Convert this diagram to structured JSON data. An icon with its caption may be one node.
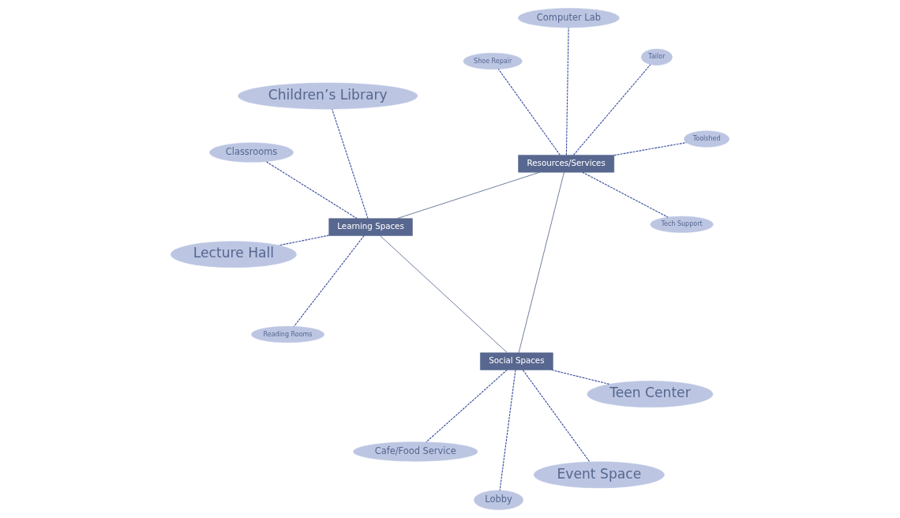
{
  "diagram": {
    "nodes": [
      {
        "text": [
          "Lecture Hall"
        ]
      },
      {
        "text": [
          "Children’s Library"
        ]
      },
      {
        "text": [
          "Reading Rooms"
        ]
      },
      {
        "text": [
          "Classrooms"
        ]
      },
      {
        "text": [
          "Learning Spaces"
        ]
      },
      {
        "text": [
          "Computer Lab"
        ]
      },
      {
        "text": [
          "Cafe/Food Service"
        ]
      },
      {
        "text": [
          "Toolshed"
        ]
      },
      {
        "text": [
          "Social Spaces"
        ]
      },
      {
        "text": [
          "Resources/Services"
        ]
      },
      {
        "text": [
          "Lobby"
        ]
      },
      {
        "text": [
          "Shoe Repair"
        ]
      },
      {
        "text": [
          "Event Space"
        ]
      },
      {
        "text": [
          "Teen Center"
        ]
      },
      {
        "text": [
          "Tailor"
        ]
      },
      {
        "text": [
          "Tech Support"
        ]
      }
    ],
    "edges": [
      {
        "from": 4,
        "to": 0,
        "arrow": "none",
        "style": "dashed"
      },
      {
        "from": 4,
        "to": 1,
        "arrow": "none",
        "style": "dashed"
      },
      {
        "from": 4,
        "to": 2,
        "arrow": "none",
        "style": "dashed"
      },
      {
        "from": 4,
        "to": 3,
        "arrow": "none",
        "style": "dashed"
      },
      {
        "from": 4,
        "to": 8,
        "arrow": "none",
        "color": "#56668f"
      },
      {
        "from": 4,
        "to": 9,
        "arrow": "none",
        "color": "#56668f"
      },
      {
        "from": 8,
        "to": 9,
        "arrow": "none",
        "color": "#56668f"
      },
      {
        "from": 8,
        "to": 6,
        "arrow": "none",
        "style": "dashed"
      },
      {
        "from": 8,
        "to": 10,
        "arrow": "none",
        "style": "dashed"
      },
      {
        "from": 8,
        "to": 12,
        "arrow": "none",
        "style": "dashed"
      },
      {
        "from": 8,
        "to": 13,
        "arrow": "none",
        "style": "dashed"
      },
      {
        "from": 9,
        "to": 5,
        "arrow": "none",
        "style": "dashed"
      },
      {
        "from": 9,
        "to": 7,
        "arrow": "none",
        "style": "dashed"
      },
      {
        "from": 9,
        "to": 11,
        "arrow": "none",
        "style": "dashed"
      },
      {
        "from": 9,
        "to": 14,
        "arrow": "none",
        "style": "dashed"
      },
      {
        "from": 9,
        "to": 15,
        "arrow": "none",
        "style": "dashed"
      }
    ]
  }
}
